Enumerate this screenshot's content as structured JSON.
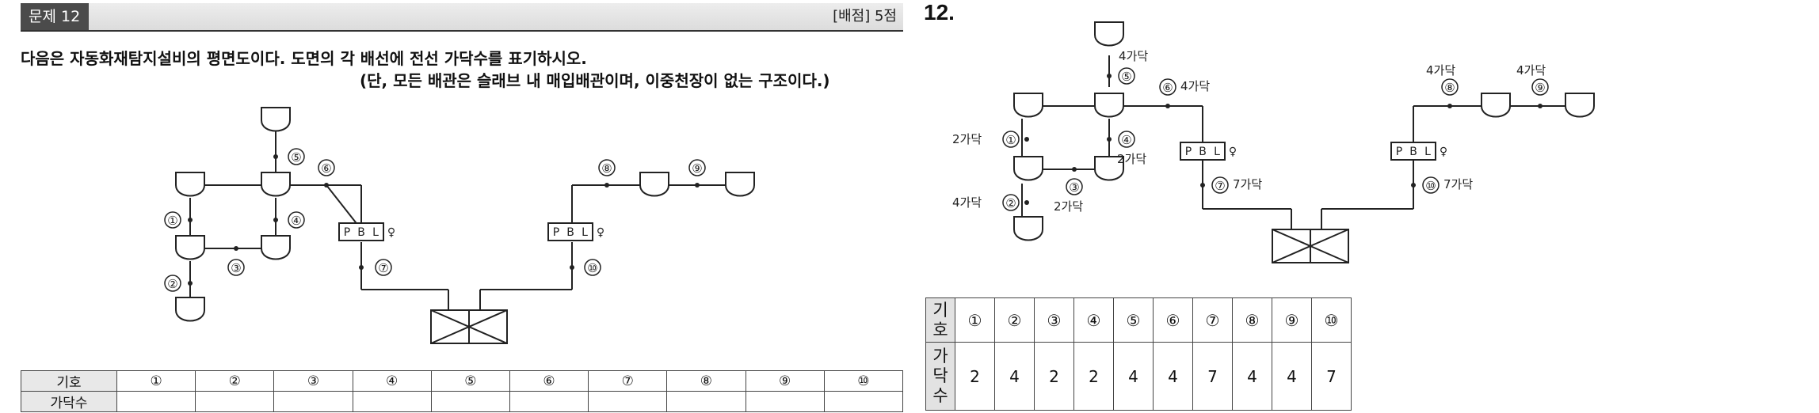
{
  "header": {
    "problem_label": "문제 12",
    "score_label": "[배점] 5점"
  },
  "question": {
    "line1": "다음은 자동화재탐지설비의 평면도이다. 도면의 각 배선에 전선 가닥수를 표기하시오.",
    "line2": "(단, 모든 배관은 슬래브 내 매입배관이며, 이중천장이 없는 구조이다.)"
  },
  "answer": {
    "number": "12."
  },
  "diagram": {
    "markers": [
      "①",
      "②",
      "③",
      "④",
      "⑤",
      "⑥",
      "⑦",
      "⑧",
      "⑨",
      "⑩"
    ],
    "pbl_letters": [
      "P",
      "B",
      "L"
    ],
    "lamp_symbol": "♀"
  },
  "answer_labels": {
    "m1": "2가닥",
    "m2": "4가닥",
    "m3": "2가닥",
    "m4": "2가닥",
    "m5": "4가닥",
    "m6": "4가닥",
    "m7": "7가닥",
    "m8": "4가닥",
    "m9": "4가닥",
    "m10": "7가닥"
  },
  "question_table": {
    "row1_header": "기호",
    "row2_header": "가닥수",
    "symbols": [
      "①",
      "②",
      "③",
      "④",
      "⑤",
      "⑥",
      "⑦",
      "⑧",
      "⑨",
      "⑩"
    ]
  },
  "answer_table": {
    "row1_header": [
      "기",
      "호"
    ],
    "row2_header": [
      "가",
      "닥",
      "수"
    ],
    "symbols": [
      "①",
      "②",
      "③",
      "④",
      "⑤",
      "⑥",
      "⑦",
      "⑧",
      "⑨",
      "⑩"
    ],
    "counts": [
      "2",
      "4",
      "2",
      "2",
      "4",
      "4",
      "7",
      "4",
      "4",
      "7"
    ]
  }
}
